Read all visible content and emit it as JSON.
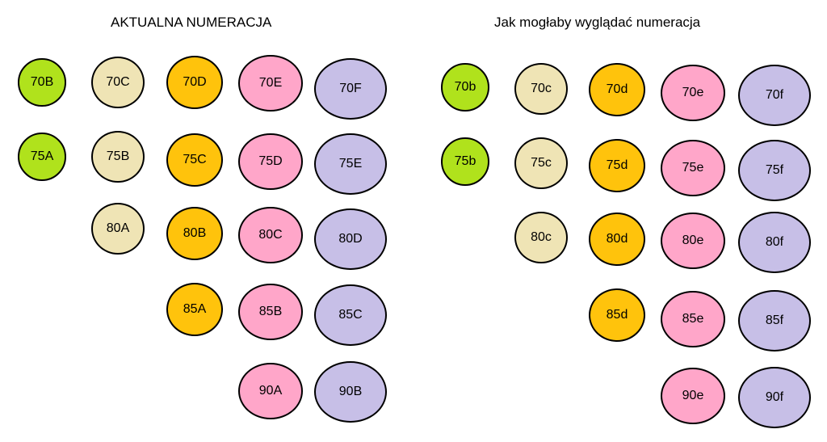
{
  "left": {
    "title": "AKTUALNA NUMERACJA",
    "circles": {
      "70B": "70B",
      "70C": "70C",
      "70D": "70D",
      "70E": "70E",
      "70F": "70F",
      "75A": "75A",
      "75B": "75B",
      "75C": "75C",
      "75D": "75D",
      "75E": "75E",
      "80A": "80A",
      "80B": "80B",
      "80C": "80C",
      "80D": "80D",
      "85A": "85A",
      "85B": "85B",
      "85C": "85C",
      "90A": "90A",
      "90B": "90B"
    }
  },
  "right": {
    "title": "Jak mogłaby wyglądać numeracja",
    "circles": {
      "70b": "70b",
      "70c": "70c",
      "70d": "70d",
      "70e": "70e",
      "70f": "70f",
      "75b": "75b",
      "75c": "75c",
      "75d": "75d",
      "75e": "75e",
      "75f": "75f",
      "80c": "80c",
      "80d": "80d",
      "80e": "80e",
      "80f": "80f",
      "85d": "85d",
      "85e": "85e",
      "85f": "85f",
      "90e": "90e",
      "90f": "90f"
    }
  },
  "colors": {
    "green": "#b0e21c",
    "cream": "#efe4b5",
    "orange": "#ffc30c",
    "pink": "#ffa6c9",
    "purple": "#c7bfe7",
    "border": "#000000"
  }
}
